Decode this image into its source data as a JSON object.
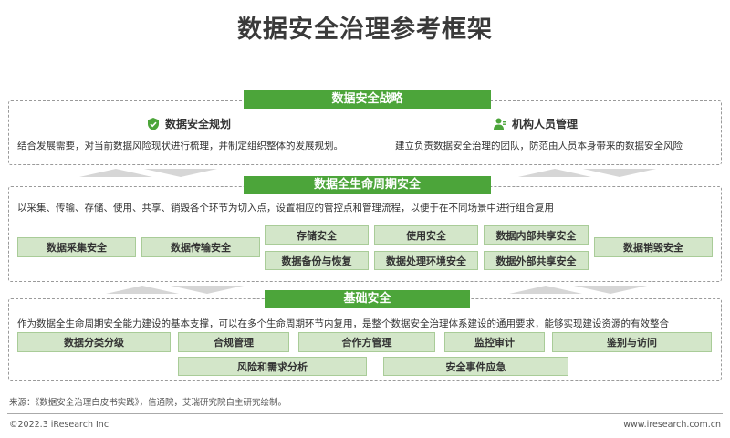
{
  "title": "数据安全治理参考框架",
  "strategy": {
    "header": "数据安全战略",
    "left": {
      "icon": "shield-check-icon",
      "title": "数据安全规划",
      "desc": "结合发展需要，对当前数据风险现状进行梳理，并制定组织整体的发展规划。"
    },
    "right": {
      "icon": "person-icon",
      "title": "机构人员管理",
      "desc": "建立负责数据安全治理的团队，防范由人员本身带来的数据安全风险"
    }
  },
  "lifecycle": {
    "header": "数据全生命周期安全",
    "desc": "以采集、传输、存储、使用、共享、销毁各个环节为切入点，设置相应的管控点和管理流程，以便于在不同场景中进行组合复用",
    "items": [
      "数据采集安全",
      "数据传输安全",
      "存储安全",
      "使用安全",
      "数据内部共享安全",
      "数据备份与恢复",
      "数据处理环境安全",
      "数据外部共享安全",
      "数据销毁安全"
    ]
  },
  "base": {
    "header": "基础安全",
    "desc": "作为数据全生命周期安全能力建设的基本支撑，可以在多个生命周期环节内复用，是整个数据安全治理体系建设的通用要求，能够实现建设资源的有效整合",
    "items": [
      "数据分类分级",
      "合规管理",
      "合作方管理",
      "监控审计",
      "鉴别与访问",
      "风险和需求分析",
      "安全事件应急"
    ]
  },
  "source": "来源：《数据安全治理白皮书实践》，信通院，艾瑞研究院自主研究绘制。",
  "copyright": "©2022.3 iResearch Inc.",
  "website": "www.iresearch.com.cn",
  "colors": {
    "accent": "#4ca53a",
    "box_fill": "#d3e6c9",
    "arrow": "#d6d6d6"
  }
}
